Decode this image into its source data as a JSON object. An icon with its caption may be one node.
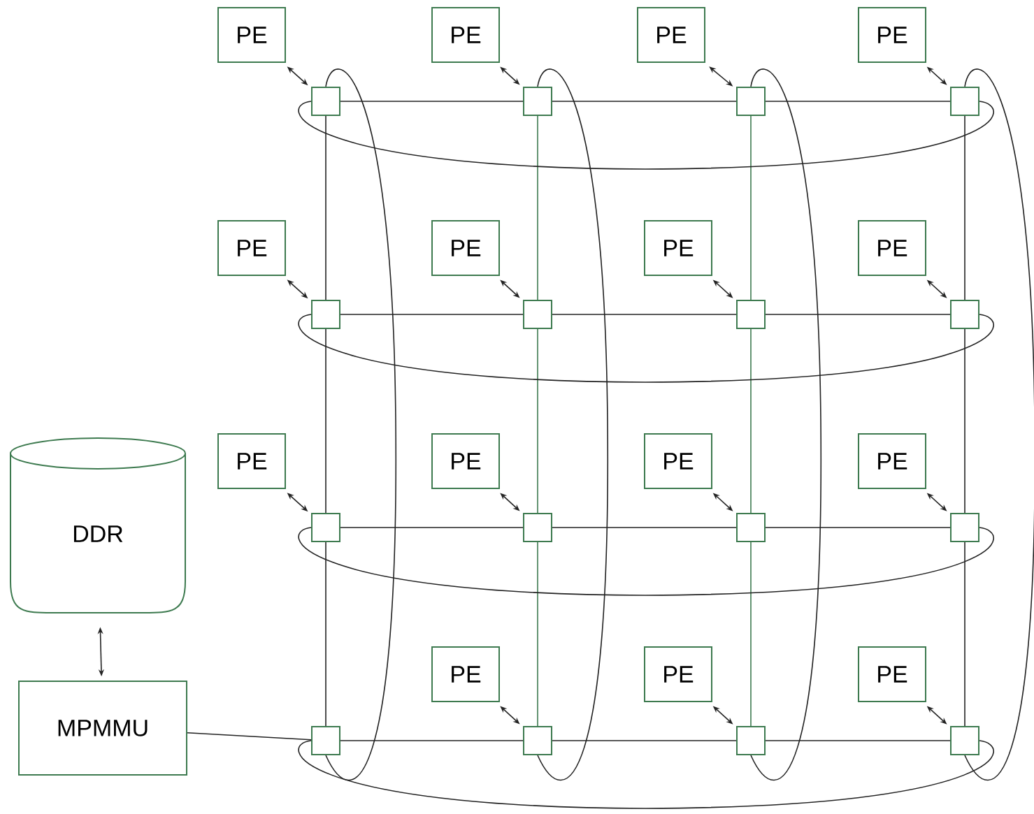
{
  "diagram": {
    "nodes": [
      {
        "text": [
          "PE"
        ]
      },
      {
        "text": [
          "PE"
        ]
      },
      {
        "text": [
          "PE"
        ]
      },
      {
        "text": [
          "PE"
        ]
      },
      {
        "text": [],
        "shape": "box"
      },
      {
        "text": [],
        "shape": "box"
      },
      {
        "text": [],
        "shape": "box"
      },
      {
        "text": [],
        "shape": "box"
      },
      {
        "text": [
          "PE"
        ]
      },
      {
        "text": [
          "PE"
        ]
      },
      {
        "text": [
          "PE"
        ]
      },
      {
        "text": [
          "PE"
        ]
      },
      {
        "text": [],
        "shape": "box"
      },
      {
        "text": [],
        "shape": "box"
      },
      {
        "text": [],
        "shape": "box"
      },
      {
        "text": [],
        "shape": "box"
      },
      {
        "text": [
          "PE"
        ]
      },
      {
        "text": [
          "PE"
        ]
      },
      {
        "text": [
          "PE"
        ]
      },
      {
        "text": [
          "PE"
        ]
      },
      {
        "text": [],
        "shape": "box"
      },
      {
        "text": [],
        "shape": "box"
      },
      {
        "text": [],
        "shape": "box"
      },
      {
        "text": [],
        "shape": "box"
      },
      {
        "text": [
          "PE"
        ]
      },
      {
        "text": [
          "PE"
        ]
      },
      {
        "text": [
          "PE"
        ]
      },
      {
        "text": [],
        "shape": "box"
      },
      {
        "text": [],
        "shape": "box"
      },
      {
        "text": [],
        "shape": "box"
      },
      {
        "text": [],
        "shape": "box"
      },
      {
        "text": [
          "DDR"
        ]
      },
      {
        "text": [
          "MPMMU"
        ]
      }
    ],
    "edges": [
      {
        "from": 0,
        "to": 4,
        "arrow": "both"
      },
      {
        "from": 1,
        "to": 5,
        "arrow": "both"
      },
      {
        "from": 2,
        "to": 6,
        "arrow": "both"
      },
      {
        "from": 3,
        "to": 7,
        "arrow": "both"
      },
      {
        "from": 8,
        "to": 12,
        "arrow": "both"
      },
      {
        "from": 9,
        "to": 13,
        "arrow": "both"
      },
      {
        "from": 10,
        "to": 14,
        "arrow": "both"
      },
      {
        "from": 11,
        "to": 15,
        "arrow": "both"
      },
      {
        "from": 16,
        "to": 20,
        "arrow": "both"
      },
      {
        "from": 17,
        "to": 21,
        "arrow": "both"
      },
      {
        "from": 18,
        "to": 22,
        "arrow": "both"
      },
      {
        "from": 19,
        "to": 23,
        "arrow": "both"
      },
      {
        "from": 24,
        "to": 28,
        "arrow": "both"
      },
      {
        "from": 25,
        "to": 29,
        "arrow": "both"
      },
      {
        "from": 26,
        "to": 30,
        "arrow": "both"
      },
      {
        "from": 4,
        "to": 5,
        "arrow": "none"
      },
      {
        "from": 5,
        "to": 6,
        "arrow": "none"
      },
      {
        "from": 6,
        "to": 7,
        "arrow": "none"
      },
      {
        "from": 12,
        "to": 13,
        "arrow": "none"
      },
      {
        "from": 13,
        "to": 14,
        "arrow": "none"
      },
      {
        "from": 14,
        "to": 15,
        "arrow": "none"
      },
      {
        "from": 20,
        "to": 21,
        "arrow": "none"
      },
      {
        "from": 21,
        "to": 22,
        "arrow": "none"
      },
      {
        "from": 22,
        "to": 23,
        "arrow": "none"
      },
      {
        "from": 27,
        "to": 28,
        "arrow": "none"
      },
      {
        "from": 28,
        "to": 29,
        "arrow": "none"
      },
      {
        "from": 29,
        "to": 30,
        "arrow": "none"
      },
      {
        "from": 4,
        "to": 12,
        "arrow": "none"
      },
      {
        "from": 12,
        "to": 20,
        "arrow": "none"
      },
      {
        "from": 20,
        "to": 27,
        "arrow": "none"
      },
      {
        "from": 5,
        "to": 13,
        "arrow": "none",
        "color": "#3d7a4f"
      },
      {
        "from": 13,
        "to": 21,
        "arrow": "none",
        "color": "#3d7a4f"
      },
      {
        "from": 21,
        "to": 28,
        "arrow": "none",
        "color": "#3d7a4f"
      },
      {
        "from": 6,
        "to": 14,
        "arrow": "none",
        "color": "#3d7a4f"
      },
      {
        "from": 14,
        "to": 22,
        "arrow": "none",
        "color": "#3d7a4f"
      },
      {
        "from": 22,
        "to": 29,
        "arrow": "none",
        "color": "#3d7a4f"
      },
      {
        "from": 7,
        "to": 15,
        "arrow": "none"
      },
      {
        "from": 15,
        "to": 23,
        "arrow": "none"
      },
      {
        "from": 23,
        "to": 30,
        "arrow": "none"
      },
      {
        "from": 4,
        "to": 7,
        "arrow": "none"
      },
      {
        "from": 12,
        "to": 15,
        "arrow": "none"
      },
      {
        "from": 20,
        "to": 23,
        "arrow": "none"
      },
      {
        "from": 27,
        "to": 30,
        "arrow": "none"
      },
      {
        "from": 4,
        "to": 27,
        "arrow": "none"
      },
      {
        "from": 5,
        "to": 28,
        "arrow": "none"
      },
      {
        "from": 6,
        "to": 29,
        "arrow": "none"
      },
      {
        "from": 7,
        "to": 30,
        "arrow": "none"
      },
      {
        "from": 31,
        "to": 32,
        "arrow": "both"
      },
      {
        "from": 32,
        "to": 27,
        "arrow": "none"
      }
    ]
  }
}
